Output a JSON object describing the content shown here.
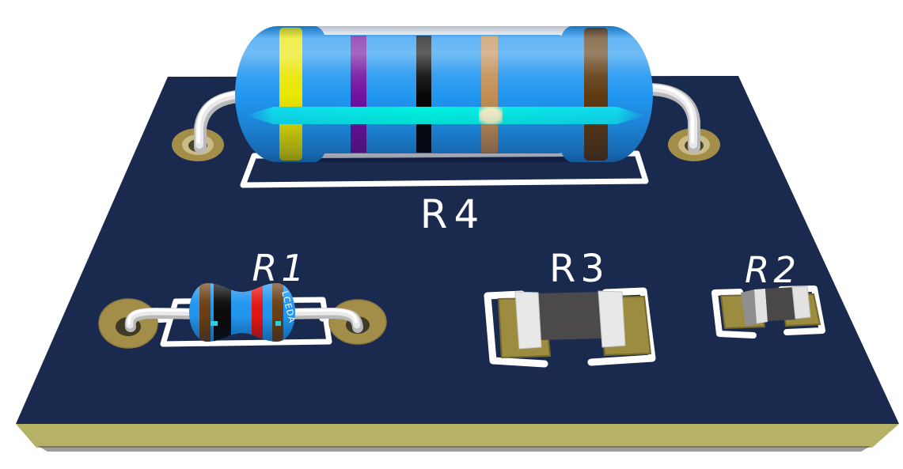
{
  "board": {
    "top_color": "#1a2a4e",
    "side_color": "#b5b166",
    "silkscreen_color": "#ffffff",
    "through_hole_pad_color": "#a28d49",
    "smd_pad_color": "#9c8c40"
  },
  "components": {
    "r4": {
      "label": "R4",
      "type": "axial-resistor",
      "body_color": "#2196f0",
      "bands": {
        "b1": "#e9e602",
        "b2": "#70129e",
        "b3": "#060606",
        "b4": "#c28e55",
        "b5": "#5e3a11"
      }
    },
    "r1": {
      "label": "R1",
      "type": "axial-resistor",
      "body_color": "#2196f0",
      "body_text": "LCEDA",
      "bands": {
        "b1": "#6a3f15",
        "b2": "#0b0b0b",
        "b3": "#e31515",
        "b4": "#6a3f15"
      }
    },
    "r3": {
      "label": "R3",
      "type": "smd-resistor",
      "body_color": "#4c494a",
      "terminal_color": "#e8e8e8"
    },
    "r2": {
      "label": "R2",
      "type": "smd-resistor",
      "body_color": "#4a4748",
      "terminal_color": "#e2e2e2"
    }
  }
}
